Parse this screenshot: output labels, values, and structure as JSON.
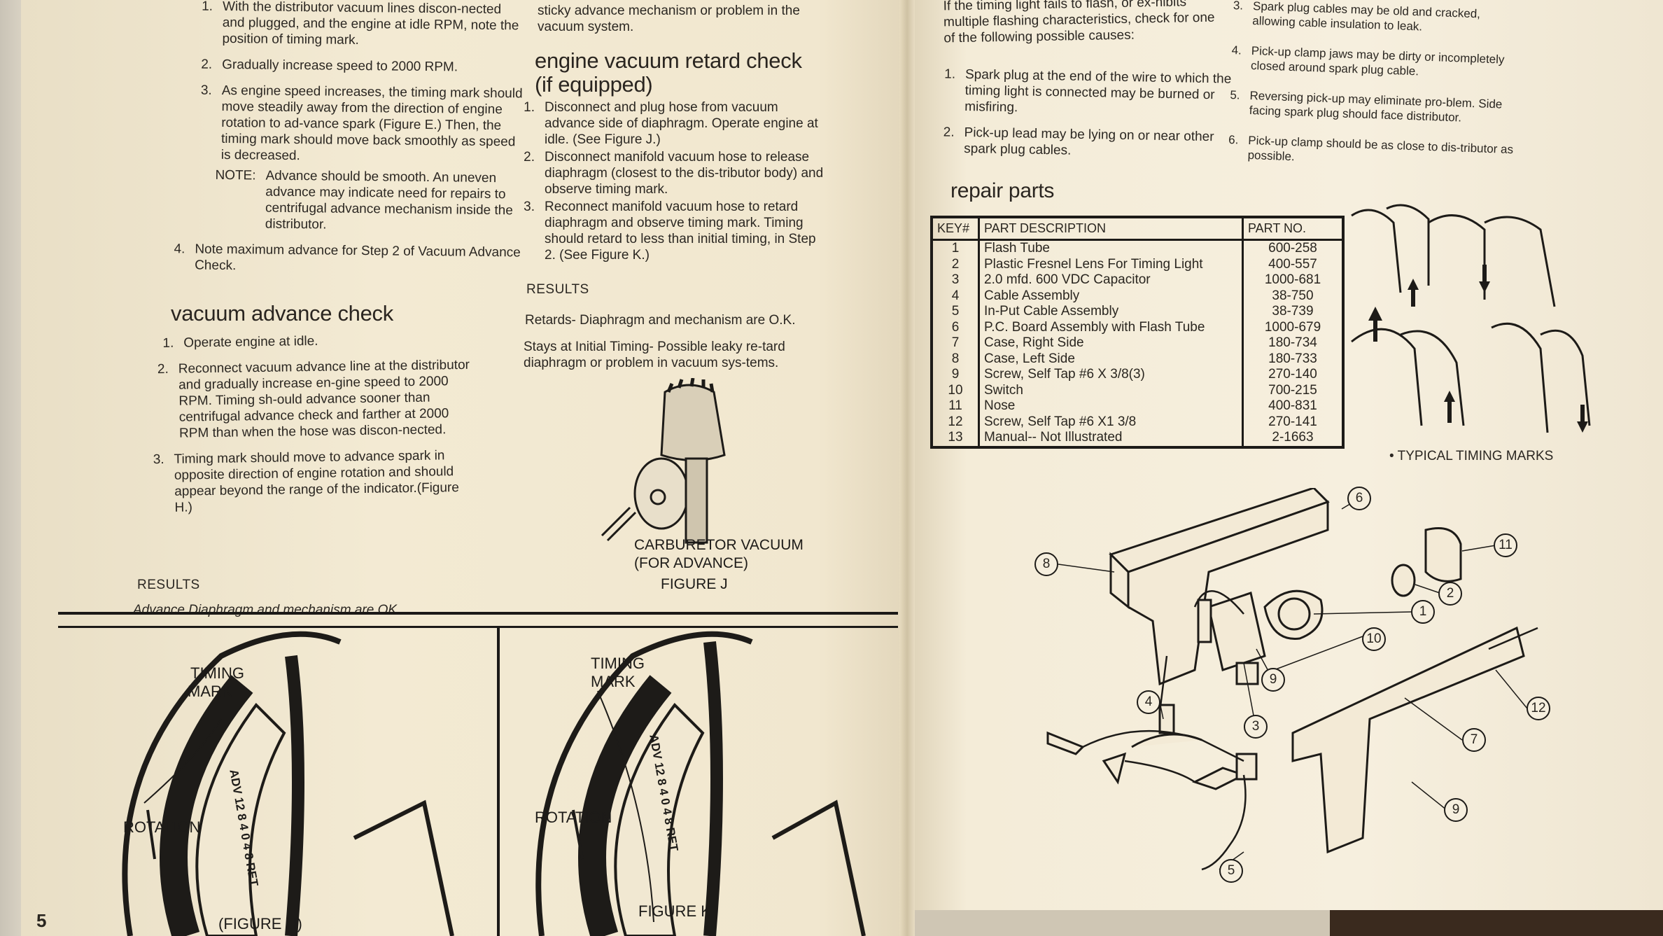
{
  "left_page": {
    "col1_steps": [
      {
        "n": "1.",
        "text": "With the distributor vacuum lines discon-nected and plugged, and the engine at idle RPM, note the position of timing mark."
      },
      {
        "n": "2.",
        "text": "Gradually increase speed to 2000 RPM."
      },
      {
        "n": "3.",
        "text": "As engine speed increases, the timing mark should move steadily away from the direction of engine rotation to ad-vance spark (Figure E.) Then, the timing mark should move back smoothly as speed is decreased."
      }
    ],
    "note_label": "NOTE:",
    "note_text": "Advance should be smooth. An uneven advance may indicate need for repairs to centrifugal advance mechanism inside the distributor.",
    "step4": {
      "n": "4.",
      "text": "Note maximum advance for Step 2 of Vacuum Advance Check."
    },
    "vacuum_advance": {
      "heading": "vacuum advance check",
      "steps": [
        {
          "n": "1.",
          "text": "Operate engine at idle."
        },
        {
          "n": "2.",
          "text": "Reconnect vacuum advance line at the distributor and gradually increase en-gine speed to 2000 RPM. Timing sh-ould advance sooner than centrifugal advance check and farther at 2000 RPM than when the hose was discon-nected."
        },
        {
          "n": "3.",
          "text": "Timing mark should move to advance spark in opposite direction of engine rotation and should appear beyond the range of the indicator.(Figure H.)"
        }
      ],
      "results_label": "RESULTS",
      "results_text": "Advance Diaphragm and mechanism are OK."
    },
    "col2_top": "sticky advance mechanism or problem in the vacuum system.",
    "retard": {
      "heading_line1": "engine vacuum retard check",
      "heading_line2": "(if equipped)",
      "steps": [
        {
          "n": "1.",
          "text": "Disconnect and plug hose from vacuum advance side of diaphragm. Operate engine at idle. (See Figure J.)"
        },
        {
          "n": "2.",
          "text": "Disconnect manifold vacuum hose to release diaphragm (closest to the dis-tributor body) and observe timing mark."
        },
        {
          "n": "3.",
          "text": "Reconnect manifold vacuum hose to retard diaphragm and observe timing mark. Timing should retard to less than initial timing, in Step 2. (See Figure K.)"
        }
      ],
      "results_label": "RESULTS",
      "result1": "Retards- Diaphragm and mechanism are O.K.",
      "result2": "Stays at Initial Timing- Possible leaky re-tard diaphragm or problem in vacuum sys-tems."
    },
    "figure_j": {
      "caption1": "CARBURETOR VACUUM",
      "caption2": "(FOR ADVANCE)",
      "title": "FIGURE J"
    },
    "figure_h": {
      "timing_mark": "TIMING",
      "timing_mark2": "MARK",
      "rotation": "ROTATION",
      "scale": "ADV 12 8 4 0 4 8 RET",
      "title": "(FIGURE H)"
    },
    "figure_k": {
      "timing_mark": "TIMING",
      "timing_mark2": "MARK",
      "rotation": "ROTATION",
      "scale": "ADV 12 8 4 0 4 8 RET",
      "title": "FIGURE K"
    },
    "page_number": "5"
  },
  "right_page": {
    "intro": "If the timing light fails to flash, or ex-hibits multiple flashing characteristics, check for one of the following possible causes:",
    "causes_col1": [
      {
        "n": "1.",
        "text": "Spark plug at the end of the wire to which the timing light is connected may be burned or misfiring."
      },
      {
        "n": "2.",
        "text": "Pick-up lead may be lying on or near other spark plug cables."
      }
    ],
    "causes_col2": [
      {
        "n": "3.",
        "text": "Spark plug cables may be old and cracked, allowing cable insulation to leak."
      },
      {
        "n": "4.",
        "text": "Pick-up clamp jaws may be dirty or incompletely closed around spark plug cable."
      },
      {
        "n": "5.",
        "text": "Reversing pick-up may eliminate pro-blem. Side facing spark plug should face distributor."
      },
      {
        "n": "6.",
        "text": "Pick-up clamp should be as close to dis-tributor as possible."
      }
    ],
    "repair_heading": "repair parts",
    "table": {
      "headers": [
        "KEY#",
        "PART DESCRIPTION",
        "PART NO."
      ],
      "rows": [
        [
          "1",
          "Flash Tube",
          "600-258"
        ],
        [
          "2",
          "Plastic Fresnel Lens For Timing Light",
          "400-557"
        ],
        [
          "3",
          "2.0 mfd. 600 VDC Capacitor",
          "1000-681"
        ],
        [
          "4",
          "Cable Assembly",
          "38-750"
        ],
        [
          "5",
          "In-Put Cable Assembly",
          "38-739"
        ],
        [
          "6",
          "P.C. Board Assembly with Flash Tube",
          "1000-679"
        ],
        [
          "7",
          "Case, Right Side",
          "180-734"
        ],
        [
          "8",
          "Case, Left Side",
          "180-733"
        ],
        [
          "9",
          "Screw, Self Tap #6 X 3/8(3)",
          "270-140"
        ],
        [
          "10",
          "Switch",
          "700-215"
        ],
        [
          "11",
          "Nose",
          "400-831"
        ],
        [
          "12",
          "Screw, Self Tap #6 X1 3/8",
          "270-141"
        ],
        [
          "13",
          "Manual-- Not Illustrated",
          "2-1663"
        ]
      ]
    },
    "timing_marks_caption": "• TYPICAL TIMING MARKS",
    "callouts": [
      "6",
      "8",
      "11",
      "2",
      "1",
      "10",
      "9",
      "4",
      "3",
      "12",
      "7",
      "9",
      "5"
    ]
  }
}
